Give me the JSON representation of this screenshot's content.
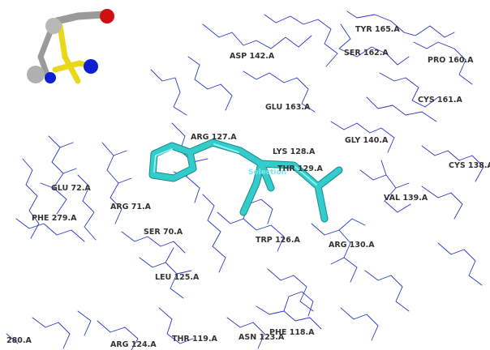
{
  "viewer": {
    "colors": {
      "background": "#ffffff",
      "residue_wire": "#2a36c8",
      "ligand_stick": "#33cccc",
      "ligand_label": "#7fe6f2",
      "residue_label": "#333333",
      "inset_carbon": "#f0e020",
      "inset_nitrogen": "#1020d0",
      "inset_oxygen": "#d01010",
      "inset_gray": "#b0b0b0"
    },
    "residue_labels": [
      "TYR 165.A",
      "SER 162.A",
      "ASP 142.A",
      "PRO 160.A",
      "CYS 161.A",
      "GLU 163.A",
      "ARG 127.A",
      "GLY 140.A",
      "LYS 128.A",
      "THR 129.A",
      "CYS 138.A",
      "GLU 72.A",
      "VAL 139.A",
      "ARG 71.A",
      "PHE 279.A",
      "SER 70.A",
      "TRP 126.A",
      "ARG 130.A",
      "LEU 125.A",
      "280.A",
      "PHE 118.A",
      "THR 119.A",
      "ASN 123.A",
      "ARG 124.A"
    ],
    "ligand_label": "Selection"
  }
}
